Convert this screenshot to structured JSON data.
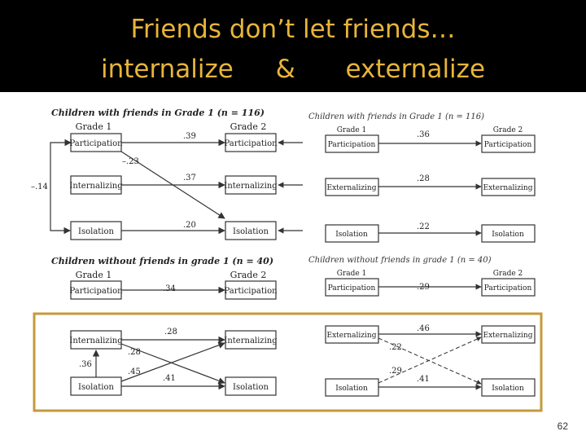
{
  "slide": {
    "title_line1": "Friends don’t let friends…",
    "title_line2_a": "internalize",
    "title_line2_amp": "&",
    "title_line2_b": "externalize",
    "page_number": "62",
    "highlight_color": "#c49a3a",
    "title_color": "#e8b53a"
  },
  "left": {
    "title_top": "Children with friends in Grade 1 (n = 116)",
    "title_bottom": "Children without friends in grade 1 (n = 40)",
    "grade1": "Grade 1",
    "grade2": "Grade 2",
    "participation": "Participation",
    "internalizing": "Internalizing",
    "isolation": "Isolation",
    "coef_part": ".39",
    "coef_part_iso": "–.23",
    "coef_int": ".37",
    "coef_iso": ".20",
    "coef_corr": "–.14",
    "coef_part_b": ".34",
    "coef_int_b": ".28",
    "coef_int_iso_b": ".28",
    "coef_iso_int_b": ".45",
    "coef_iso_b": ".41",
    "coef_corr_b": ".36"
  },
  "right": {
    "title_top": "Children with friends in Grade 1 (n = 116)",
    "title_bottom": "Children without friends in grade 1 (n = 40)",
    "grade1": "Grade 1",
    "grade2": "Grade 2",
    "participation": "Participation",
    "externalizing": "Externalizing",
    "isolation": "Isolation",
    "coef_part": ".36",
    "coef_ext": ".28",
    "coef_iso": ".22",
    "coef_part_b": ".29",
    "coef_ext_b": ".46",
    "coef_ext_iso_b": ".22",
    "coef_iso_ext_b": ".29",
    "coef_iso_b": ".41"
  }
}
